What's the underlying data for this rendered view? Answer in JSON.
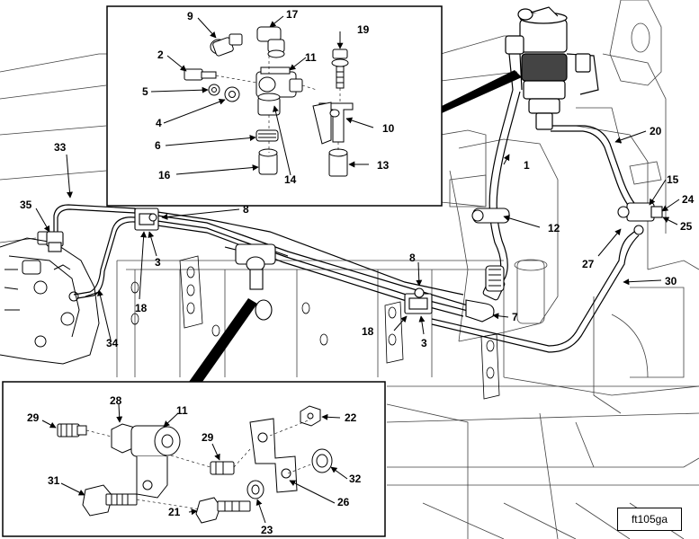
{
  "figure_id": "ft105ga",
  "callouts": {
    "c1": "1",
    "c2": "2",
    "c3a": "3",
    "c3b": "3",
    "c4": "4",
    "c5": "5",
    "c6": "6",
    "c7": "7",
    "c8a": "8",
    "c8b": "8",
    "c9": "9",
    "c10": "10",
    "c11a": "11",
    "c11b": "11",
    "c12": "12",
    "c13": "13",
    "c14": "14",
    "c15": "15",
    "c16": "16",
    "c17": "17",
    "c18a": "18",
    "c18b": "18",
    "c19": "19",
    "c20": "20",
    "c21": "21",
    "c22": "22",
    "c23": "23",
    "c24": "24",
    "c25": "25",
    "c26": "26",
    "c27": "27",
    "c28": "28",
    "c29a": "29",
    "c29b": "29",
    "c30": "30",
    "c31": "31",
    "c32": "32",
    "c33": "33",
    "c34": "34",
    "c35": "35"
  }
}
